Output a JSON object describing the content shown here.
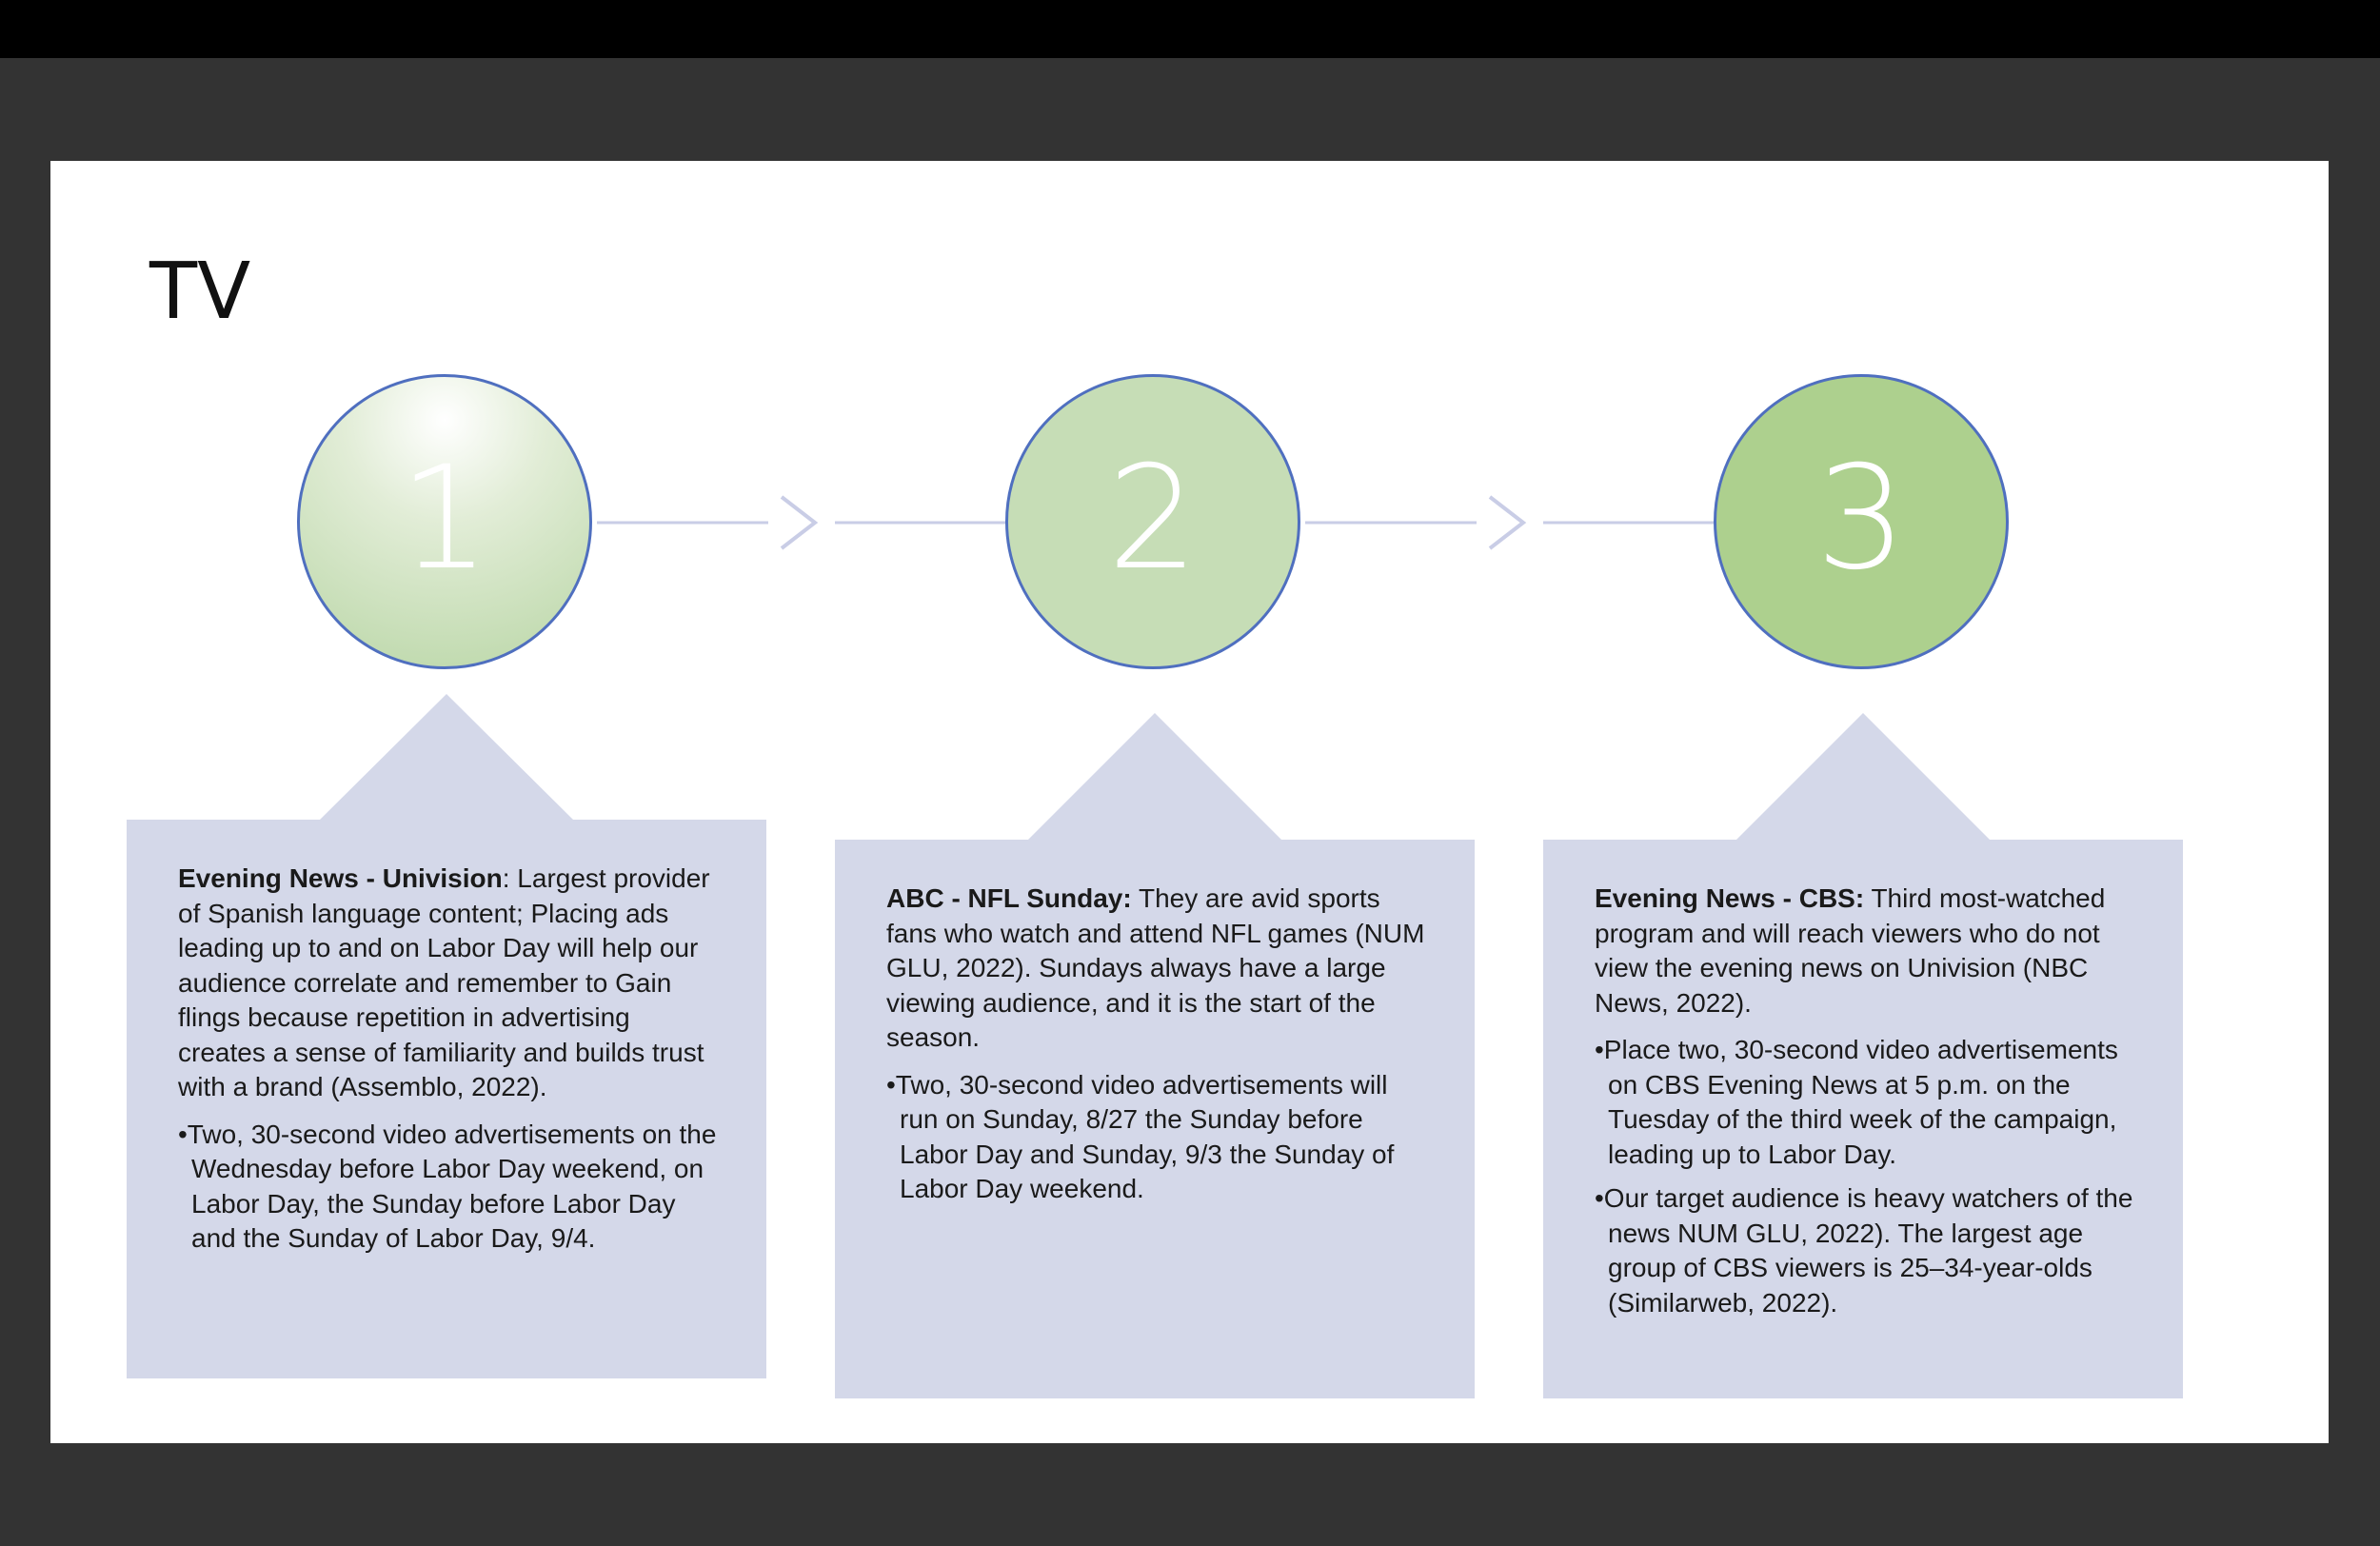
{
  "title": "TV",
  "steps": [
    {
      "number": "1",
      "heading": "Evening News - Univision",
      "heading_suffix": ": Largest provider of Spanish language content; Placing ads leading up to and on Labor Day will help our audience correlate and remember to Gain flings because repetition in advertising creates a sense of familiarity and builds trust with a brand (Assemblo, 2022).",
      "bullets": [
        "•Two, 30-second video advertisements on the Wednesday before Labor Day weekend, on Labor Day, the Sunday before Labor Day and the Sunday of Labor Day, 9/4."
      ]
    },
    {
      "number": "2",
      "heading": "ABC - NFL Sunday:",
      "heading_suffix": " They are avid sports fans who watch and attend NFL games (NUM GLU, 2022). Sundays always have a large viewing audience, and it is the start of the season.",
      "bullets": [
        "•Two, 30-second video advertisements will run on Sunday, 8/27 the Sunday before Labor Day and Sunday, 9/3 the Sunday of Labor Day weekend."
      ]
    },
    {
      "number": "3",
      "heading": "Evening News - CBS:",
      "heading_suffix": " Third most-watched program and will reach viewers who do not view the evening news on Univision (NBC News, 2022).",
      "bullets": [
        "•Place two, 30-second video advertisements on CBS Evening News at 5 p.m. on the Tuesday of the third week of the campaign, leading up to Labor Day.",
        "•Our target audience is heavy watchers of the news NUM GLU, 2022). The largest age group of CBS viewers is 25–34-year-olds (Similarweb, 2022)."
      ]
    }
  ],
  "colors": {
    "circle_1": "#b9d6a6",
    "circle_2": "#c6ddb6",
    "circle_3": "#add08e",
    "circle_border": "#4f6fbf",
    "box_fill": "#d4d8e9",
    "connector": "#c9cde6"
  }
}
